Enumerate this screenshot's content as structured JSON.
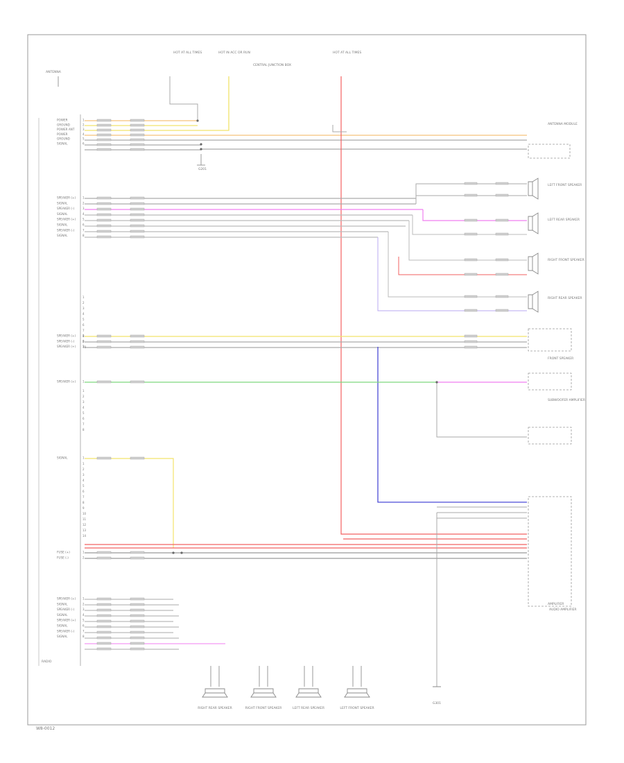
{
  "footer_code": "W8-0012",
  "colors": {
    "wire": "#c4c4c4",
    "wire_dark": "#a9a9a9",
    "yellow": "#f2e36b",
    "orange": "#f5c27a",
    "pink": "#f07ef0",
    "red": "#f26060",
    "green": "#7ed67e",
    "blue": "#4a4ad6",
    "violet": "#b9a9f2",
    "label": "#8a8a8a"
  },
  "power": {
    "fuse_left": "HOT AT ALL TIMES",
    "fuse_mid": "HOT IN ACC OR RUN",
    "fuse_right": "HOT AT ALL TIMES",
    "fuse_note": "CENTRAL JUNCTION BOX",
    "antenna_label": "ANTENNA",
    "ground_top": "G201"
  },
  "radio": {
    "label": "RADIO",
    "groups": [
      {
        "id": "g1",
        "pins": [
          "POWER",
          "GROUND",
          "POWER ANT",
          "POWER",
          "GROUND",
          "SIGNAL"
        ]
      },
      {
        "id": "g2",
        "pins": [
          "SPEAKER (+)",
          "SIGNAL",
          "SPEAKER (-)",
          "SIGNAL",
          "SPEAKER (+)",
          "SIGNAL",
          "SPEAKER (-)",
          "SIGNAL"
        ]
      },
      {
        "id": "g3",
        "pins": [
          "SPEAKER (+)",
          "SPEAKER (-)",
          "SPEAKER (+)"
        ]
      },
      {
        "id": "g4",
        "pins": [
          "SPEAKER (+)"
        ]
      },
      {
        "id": "g5",
        "pins": [
          "SIGNAL"
        ]
      },
      {
        "id": "g6",
        "pins": [
          "FUSE (+)",
          "FUSE (-)"
        ]
      },
      {
        "id": "g7",
        "pins": [
          "SPEAKER (+)",
          "SIGNAL",
          "SPEAKER (-)",
          "SIGNAL",
          "SPEAKER (+)",
          "SIGNAL",
          "SPEAKER (-)",
          "SIGNAL"
        ]
      }
    ]
  },
  "right_components": [
    "ANTENNA MODULE",
    "LEFT FRONT SPEAKER",
    "LEFT REAR SPEAKER",
    "RIGHT FRONT SPEAKER",
    "RIGHT REAR SPEAKER",
    "FRONT SPEAKER",
    "SUBWOOFER AMPLIFIER",
    "AUDIO AMPLIFIER"
  ],
  "bottom_speakers": [
    "RIGHT REAR SPEAKER",
    "RIGHT FRONT SPEAKER",
    "LEFT REAR SPEAKER",
    "LEFT FRONT SPEAKER"
  ],
  "ground_bottom": "G301",
  "amp_label": "AMPLIFIER"
}
